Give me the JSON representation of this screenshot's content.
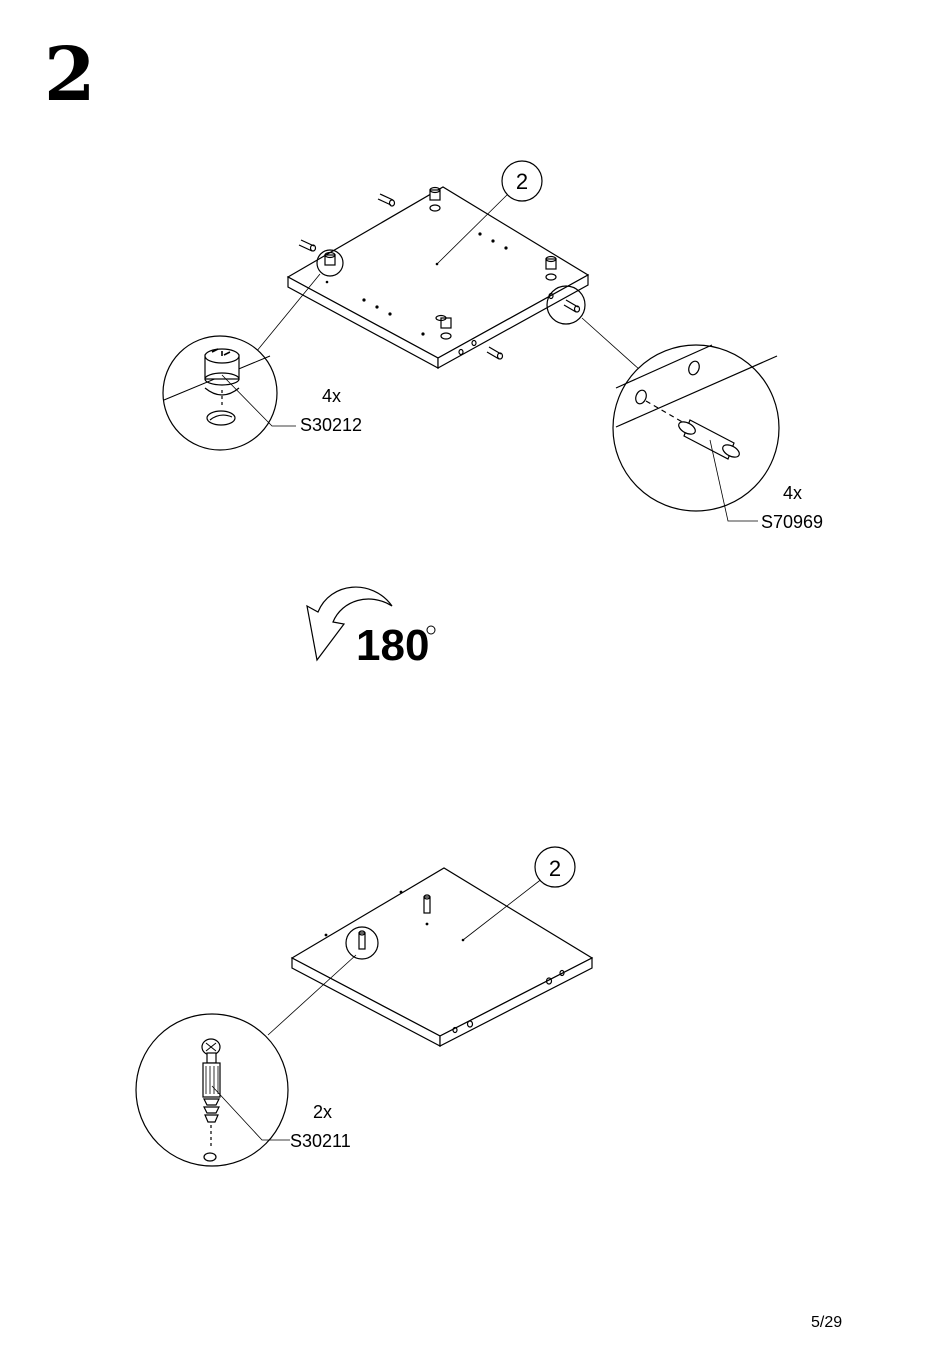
{
  "step": {
    "number": "2"
  },
  "top_assembly": {
    "part_number": "2",
    "callouts": [
      {
        "quantity": "4x",
        "part_code": "S30212",
        "icon": "cam-lock-icon"
      },
      {
        "quantity": "4x",
        "part_code": "S70969",
        "icon": "wooden-dowel-icon"
      }
    ]
  },
  "rotation": {
    "value": "180",
    "unit_symbol": "°",
    "icon": "rotate-arrow-icon"
  },
  "bottom_assembly": {
    "part_number": "2",
    "callouts": [
      {
        "quantity": "2x",
        "part_code": "S30211",
        "icon": "cam-bolt-icon"
      }
    ]
  },
  "footer": {
    "page": "5/29"
  }
}
